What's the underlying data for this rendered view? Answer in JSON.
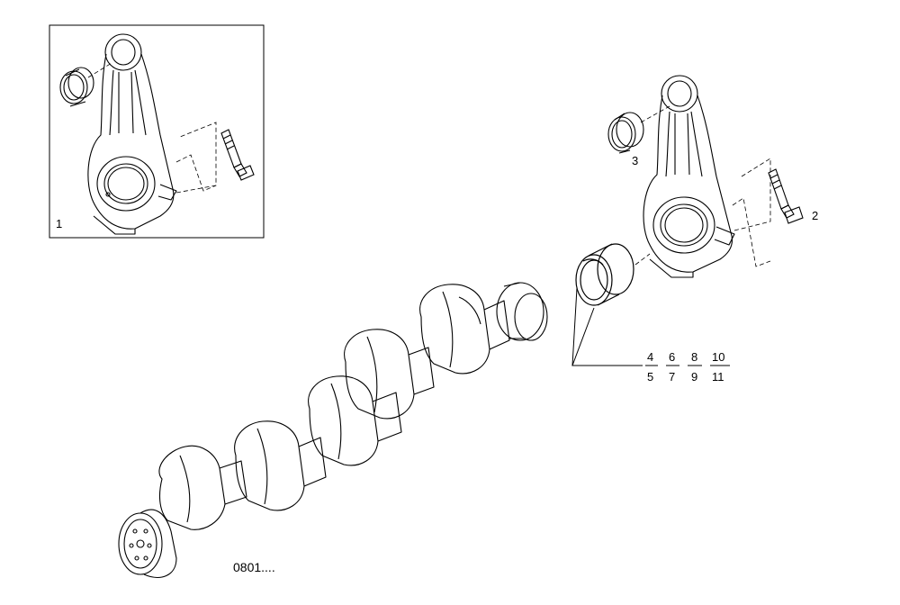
{
  "inset": {
    "callout": "1"
  },
  "callouts": {
    "bolt": "2",
    "bushing": "3"
  },
  "bearing_variants": [
    {
      "top": "4",
      "bottom": "5"
    },
    {
      "top": "6",
      "bottom": "7"
    },
    {
      "top": "8",
      "bottom": "9"
    },
    {
      "top": "10",
      "bottom": "11"
    }
  ],
  "reference_code": "0801....",
  "icons": [
    "connecting-rod",
    "small-end-bushing",
    "rod-bolt",
    "big-end-bearing-shell",
    "crankshaft"
  ]
}
